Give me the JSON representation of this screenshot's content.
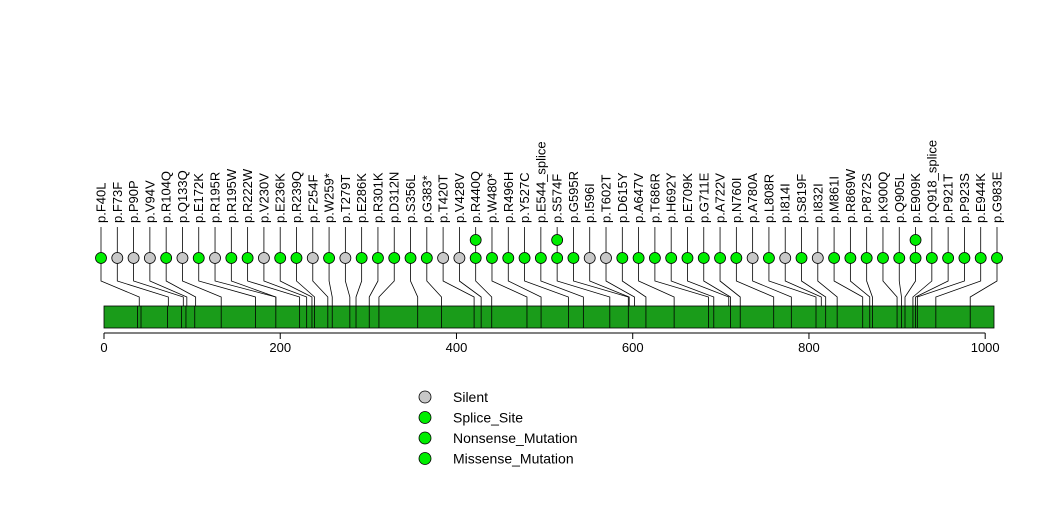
{
  "chart_data": {
    "type": "lollipop",
    "x_axis": {
      "range": [
        0,
        1010
      ],
      "ticks": [
        0,
        200,
        400,
        600,
        800,
        1000
      ],
      "tick_labels": [
        "0",
        "200",
        "400",
        "600",
        "800",
        "1000"
      ]
    },
    "protein_length": 1010,
    "domain_boundaries": [
      38,
      42,
      72,
      88,
      93,
      103,
      133,
      172,
      195,
      222,
      230,
      236,
      239,
      254,
      259,
      279,
      286,
      301,
      312,
      356,
      383,
      420,
      428,
      440,
      480,
      496,
      527,
      544,
      574,
      595,
      615,
      647,
      686,
      692,
      711,
      722,
      760,
      780,
      808,
      819,
      832,
      861,
      869,
      872,
      900,
      905,
      909,
      918,
      921,
      923,
      944,
      983
    ],
    "colors": {
      "Silent": "#c8c8c8",
      "Splice_Site": "#00ee00",
      "Nonsense_Mutation": "#00ee00",
      "Missense_Mutation": "#00ee00",
      "domain_fill": "#1a9c1a",
      "domain_stroke": "#000000"
    },
    "mutations": [
      {
        "label": "p.F40L",
        "pos": 40,
        "type": "Missense_Mutation",
        "count": 1
      },
      {
        "label": "p.F73F",
        "pos": 73,
        "type": "Silent",
        "count": 1
      },
      {
        "label": "p.P90P",
        "pos": 90,
        "type": "Silent",
        "count": 1
      },
      {
        "label": "p.V94V",
        "pos": 94,
        "type": "Silent",
        "count": 1
      },
      {
        "label": "p.R104Q",
        "pos": 104,
        "type": "Missense_Mutation",
        "count": 1
      },
      {
        "label": "p.Q133Q",
        "pos": 133,
        "type": "Silent",
        "count": 1
      },
      {
        "label": "p.E172K",
        "pos": 172,
        "type": "Missense_Mutation",
        "count": 1
      },
      {
        "label": "p.R195R",
        "pos": 195,
        "type": "Silent",
        "count": 1
      },
      {
        "label": "p.R195W",
        "pos": 195,
        "type": "Missense_Mutation",
        "count": 1
      },
      {
        "label": "p.R222W",
        "pos": 222,
        "type": "Missense_Mutation",
        "count": 1
      },
      {
        "label": "p.V230V",
        "pos": 230,
        "type": "Silent",
        "count": 1
      },
      {
        "label": "p.E236K",
        "pos": 236,
        "type": "Missense_Mutation",
        "count": 1
      },
      {
        "label": "p.R239Q",
        "pos": 239,
        "type": "Missense_Mutation",
        "count": 1
      },
      {
        "label": "p.F254F",
        "pos": 254,
        "type": "Silent",
        "count": 1
      },
      {
        "label": "p.W259*",
        "pos": 259,
        "type": "Nonsense_Mutation",
        "count": 1
      },
      {
        "label": "p.T279T",
        "pos": 279,
        "type": "Silent",
        "count": 1
      },
      {
        "label": "p.E286K",
        "pos": 286,
        "type": "Missense_Mutation",
        "count": 1
      },
      {
        "label": "p.R301K",
        "pos": 301,
        "type": "Missense_Mutation",
        "count": 1
      },
      {
        "label": "p.D312N",
        "pos": 312,
        "type": "Missense_Mutation",
        "count": 1
      },
      {
        "label": "p.S356L",
        "pos": 356,
        "type": "Missense_Mutation",
        "count": 1
      },
      {
        "label": "p.G383*",
        "pos": 383,
        "type": "Nonsense_Mutation",
        "count": 1
      },
      {
        "label": "p.T420T",
        "pos": 420,
        "type": "Silent",
        "count": 1
      },
      {
        "label": "p.V428V",
        "pos": 428,
        "type": "Silent",
        "count": 1
      },
      {
        "label": "p.R440Q",
        "pos": 440,
        "type": "Missense_Mutation",
        "count": 2
      },
      {
        "label": "p.W480*",
        "pos": 480,
        "type": "Nonsense_Mutation",
        "count": 1
      },
      {
        "label": "p.R496H",
        "pos": 496,
        "type": "Missense_Mutation",
        "count": 1
      },
      {
        "label": "p.Y527C",
        "pos": 527,
        "type": "Missense_Mutation",
        "count": 1
      },
      {
        "label": "p.E544_splice",
        "pos": 544,
        "type": "Splice_Site",
        "count": 1
      },
      {
        "label": "p.S574F",
        "pos": 574,
        "type": "Missense_Mutation",
        "count": 2
      },
      {
        "label": "p.G595R",
        "pos": 595,
        "type": "Missense_Mutation",
        "count": 1
      },
      {
        "label": "p.I596I",
        "pos": 596,
        "type": "Silent",
        "count": 1
      },
      {
        "label": "p.T602T",
        "pos": 602,
        "type": "Silent",
        "count": 1
      },
      {
        "label": "p.D615Y",
        "pos": 615,
        "type": "Missense_Mutation",
        "count": 1
      },
      {
        "label": "p.A647V",
        "pos": 647,
        "type": "Missense_Mutation",
        "count": 1
      },
      {
        "label": "p.T686R",
        "pos": 686,
        "type": "Missense_Mutation",
        "count": 1
      },
      {
        "label": "p.H692Y",
        "pos": 692,
        "type": "Missense_Mutation",
        "count": 1
      },
      {
        "label": "p.E709K",
        "pos": 709,
        "type": "Missense_Mutation",
        "count": 1
      },
      {
        "label": "p.G711E",
        "pos": 711,
        "type": "Missense_Mutation",
        "count": 1
      },
      {
        "label": "p.A722V",
        "pos": 722,
        "type": "Missense_Mutation",
        "count": 1
      },
      {
        "label": "p.N760I",
        "pos": 760,
        "type": "Missense_Mutation",
        "count": 1
      },
      {
        "label": "p.A780A",
        "pos": 780,
        "type": "Silent",
        "count": 1
      },
      {
        "label": "p.L808R",
        "pos": 808,
        "type": "Missense_Mutation",
        "count": 1
      },
      {
        "label": "p.I814I",
        "pos": 814,
        "type": "Silent",
        "count": 1
      },
      {
        "label": "p.S819F",
        "pos": 819,
        "type": "Missense_Mutation",
        "count": 1
      },
      {
        "label": "p.I832I",
        "pos": 832,
        "type": "Silent",
        "count": 1
      },
      {
        "label": "p.M861I",
        "pos": 861,
        "type": "Missense_Mutation",
        "count": 1
      },
      {
        "label": "p.R869W",
        "pos": 869,
        "type": "Missense_Mutation",
        "count": 1
      },
      {
        "label": "p.P872S",
        "pos": 872,
        "type": "Missense_Mutation",
        "count": 1
      },
      {
        "label": "p.K900Q",
        "pos": 900,
        "type": "Missense_Mutation",
        "count": 1
      },
      {
        "label": "p.Q905L",
        "pos": 905,
        "type": "Missense_Mutation",
        "count": 1
      },
      {
        "label": "p.E909K",
        "pos": 909,
        "type": "Missense_Mutation",
        "count": 2
      },
      {
        "label": "p.Q918_splice",
        "pos": 918,
        "type": "Splice_Site",
        "count": 1
      },
      {
        "label": "p.P921T",
        "pos": 921,
        "type": "Missense_Mutation",
        "count": 1
      },
      {
        "label": "p.P923S",
        "pos": 923,
        "type": "Missense_Mutation",
        "count": 1
      },
      {
        "label": "p.E944K",
        "pos": 944,
        "type": "Missense_Mutation",
        "count": 1
      },
      {
        "label": "p.G983E",
        "pos": 983,
        "type": "Missense_Mutation",
        "count": 1
      }
    ],
    "legend": {
      "placement": "bottom-center",
      "entries": [
        {
          "label": "Silent",
          "color": "#c8c8c8"
        },
        {
          "label": "Splice_Site",
          "color": "#00ee00"
        },
        {
          "label": "Nonsense_Mutation",
          "color": "#00ee00"
        },
        {
          "label": "Missense_Mutation",
          "color": "#00ee00"
        }
      ]
    }
  }
}
